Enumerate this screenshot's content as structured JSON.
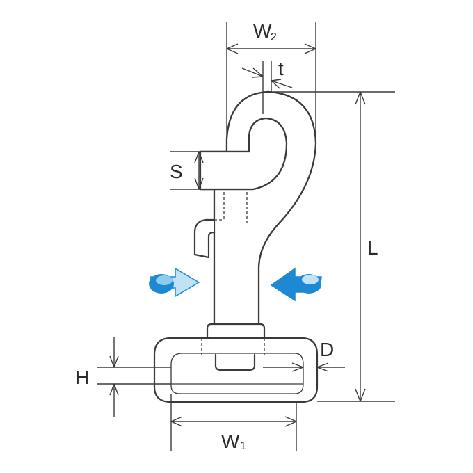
{
  "labels": {
    "w2": "W",
    "w2_sub": "2",
    "t": "t",
    "s": "S",
    "l": "L",
    "d": "D",
    "h": "H",
    "w1": "W",
    "w1_sub": "1"
  },
  "colors": {
    "line": "#3a3a3a",
    "arrow_dark": "#1e88d2",
    "arrow_light": "#bfe3f5",
    "background": "#ffffff"
  },
  "icons": {
    "rotate_left": "swivel-rotation-arrow-icon",
    "rotate_right": "swivel-rotation-arrow-icon"
  }
}
